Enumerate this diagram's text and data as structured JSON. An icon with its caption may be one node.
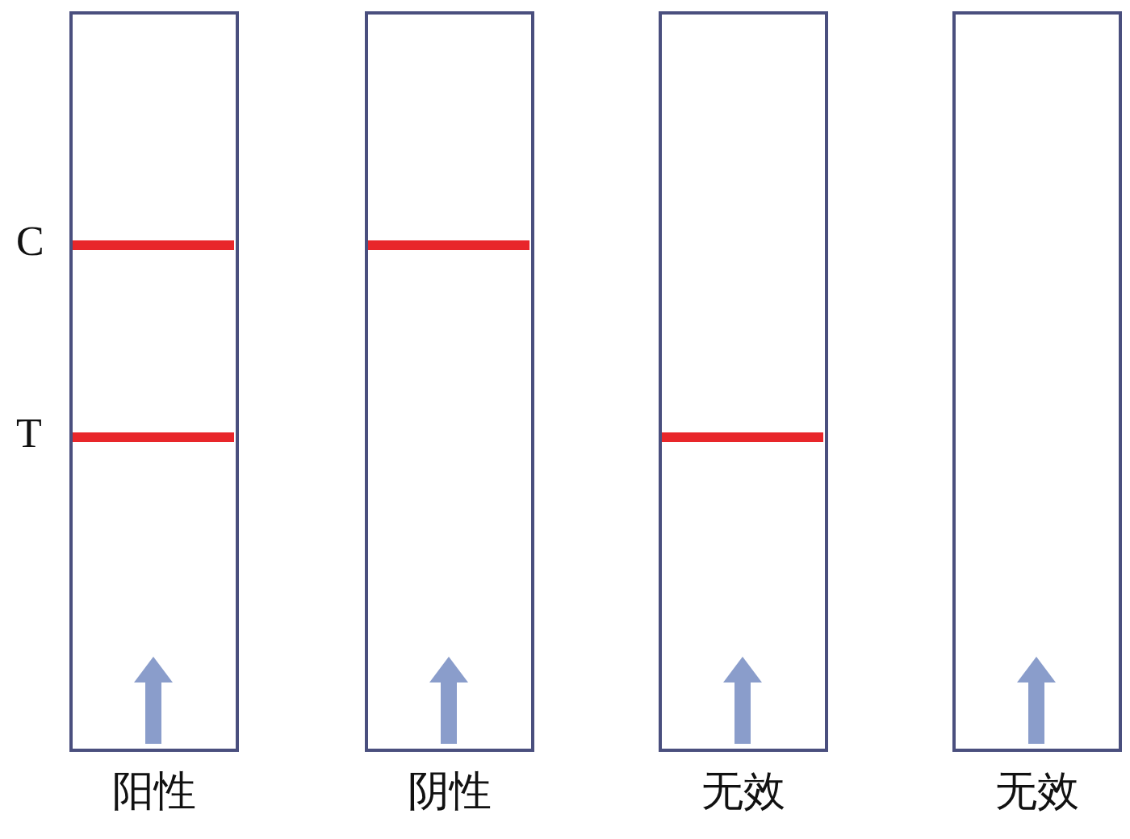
{
  "diagram": {
    "nodes": [
      {
        "text": [
          "阳性"
        ]
      },
      {
        "text": [
          "阴性"
        ]
      },
      {
        "text": [
          "无效"
        ]
      },
      {
        "text": [
          "无效"
        ]
      }
    ],
    "labels": [
      "C",
      "T"
    ]
  }
}
